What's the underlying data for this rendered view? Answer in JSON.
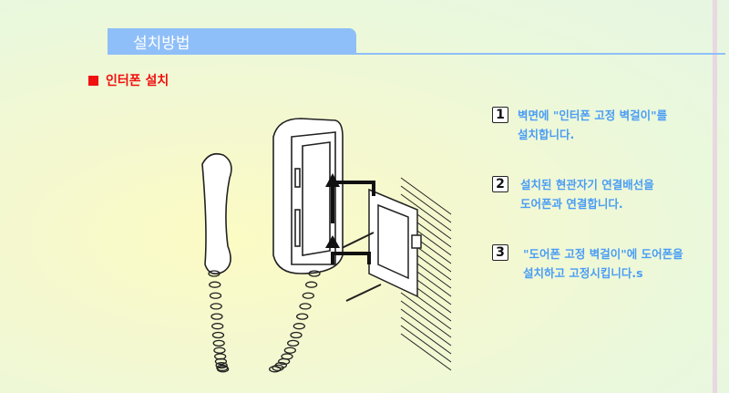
{
  "section_tab": "설치방법",
  "heading": "인터폰 설치",
  "steps": [
    {
      "num": "1",
      "line1": "벽면에 \"인터폰 고정 벽걸이\"를",
      "line2": "설치합니다."
    },
    {
      "num": "2",
      "line1": "설치된 현관자기 연결배선을",
      "line2": "도어폰과 연결합니다."
    },
    {
      "num": "3",
      "line1": "\"도어폰 고정 벽걸이\"에 도어폰을",
      "line2": "설치하고 고정시킵니다.s"
    }
  ]
}
